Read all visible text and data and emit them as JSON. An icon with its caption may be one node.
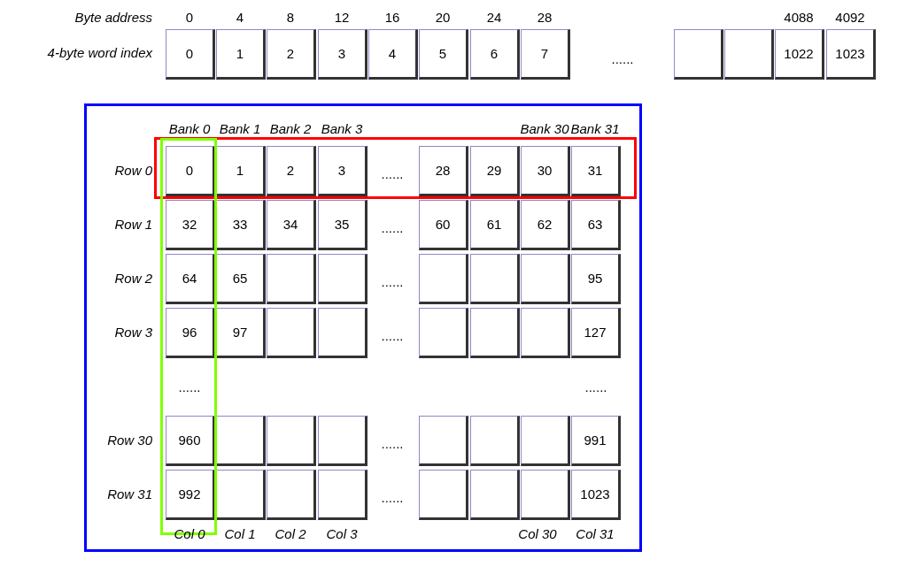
{
  "diagram": {
    "nodes": [
      {
        "text": [
          "0"
        ]
      },
      {
        "text": [
          "1"
        ]
      },
      {
        "text": [
          "2"
        ]
      },
      {
        "text": [
          "3"
        ]
      },
      {
        "text": [
          "4"
        ]
      },
      {
        "text": [
          "5"
        ]
      },
      {
        "text": [
          "6"
        ]
      },
      {
        "text": [
          "7"
        ]
      },
      {
        "text": [],
        "shape": "box"
      },
      {
        "text": [],
        "shape": "box"
      },
      {
        "text": [
          "1022"
        ]
      },
      {
        "text": [
          "1023"
        ]
      },
      {
        "text": [],
        "shape": "box"
      },
      {
        "text": [
          "0"
        ],
        "in": 12
      },
      {
        "text": [
          "1"
        ],
        "in": 12
      },
      {
        "text": [
          "2"
        ],
        "in": 12
      },
      {
        "text": [
          "3"
        ],
        "in": 12
      },
      {
        "text": [
          "28"
        ],
        "in": 12
      },
      {
        "text": [
          "29"
        ],
        "in": 12
      },
      {
        "text": [
          "30"
        ],
        "in": 12
      },
      {
        "text": [
          "31"
        ],
        "in": 12
      },
      {
        "text": [
          "32"
        ],
        "in": 12
      },
      {
        "text": [
          "33"
        ],
        "in": 12
      },
      {
        "text": [
          "34"
        ],
        "in": 12
      },
      {
        "text": [
          "35"
        ],
        "in": 12
      },
      {
        "text": [
          "60"
        ],
        "in": 12
      },
      {
        "text": [
          "61"
        ],
        "in": 12
      },
      {
        "text": [
          "62"
        ],
        "in": 12
      },
      {
        "text": [
          "63"
        ],
        "in": 12
      },
      {
        "text": [
          "64"
        ],
        "in": 12
      },
      {
        "text": [
          "65"
        ],
        "in": 12
      },
      {
        "text": [],
        "shape": "box",
        "in": 12
      },
      {
        "text": [],
        "shape": "box",
        "in": 12
      },
      {
        "text": [],
        "shape": "box",
        "in": 12
      },
      {
        "text": [],
        "shape": "box",
        "in": 12
      },
      {
        "text": [],
        "shape": "box",
        "in": 12
      },
      {
        "text": [
          "95"
        ],
        "in": 12
      },
      {
        "text": [
          "96"
        ],
        "in": 12
      },
      {
        "text": [
          "97"
        ],
        "in": 12
      },
      {
        "text": [],
        "shape": "box",
        "in": 12
      },
      {
        "text": [],
        "shape": "box",
        "in": 12
      },
      {
        "text": [],
        "shape": "box",
        "in": 12
      },
      {
        "text": [],
        "shape": "box",
        "in": 12
      },
      {
        "text": [],
        "shape": "box",
        "in": 12
      },
      {
        "text": [
          "127"
        ],
        "in": 12
      },
      {
        "text": [
          "960"
        ],
        "in": 12
      },
      {
        "text": [],
        "shape": "box",
        "in": 12
      },
      {
        "text": [],
        "shape": "box",
        "in": 12
      },
      {
        "text": [],
        "shape": "box",
        "in": 12
      },
      {
        "text": [],
        "shape": "box",
        "in": 12
      },
      {
        "text": [],
        "shape": "box",
        "in": 12
      },
      {
        "text": [],
        "shape": "box",
        "in": 12
      },
      {
        "text": [
          "991"
        ],
        "in": 12
      },
      {
        "text": [
          "992"
        ],
        "in": 12
      },
      {
        "text": [],
        "shape": "box",
        "in": 12
      },
      {
        "text": [],
        "shape": "box",
        "in": 12
      },
      {
        "text": [],
        "shape": "box",
        "in": 12
      },
      {
        "text": [],
        "shape": "box",
        "in": 12
      },
      {
        "text": [],
        "shape": "box",
        "in": 12
      },
      {
        "text": [],
        "shape": "box",
        "in": 12
      },
      {
        "text": [
          "1023"
        ],
        "in": 12
      }
    ],
    "labels": [
      "Byte address",
      "0",
      "4",
      "8",
      "12",
      "16",
      "20",
      "24",
      "28",
      "4088",
      "4092",
      "4-byte word index",
      "......",
      "Bank 0",
      "Bank 1",
      "Bank 2",
      "Bank 3",
      "Bank 30",
      "Bank 31",
      "Row 0",
      "......",
      "Row 1",
      "......",
      "Row 2",
      "......",
      "Row 3",
      "......",
      "......",
      "......",
      "Row 30",
      "......",
      "Row 31",
      "......",
      "Col 0",
      "Col 1",
      "Col 2",
      "Col 3",
      "Col 30",
      "Col 31"
    ]
  }
}
